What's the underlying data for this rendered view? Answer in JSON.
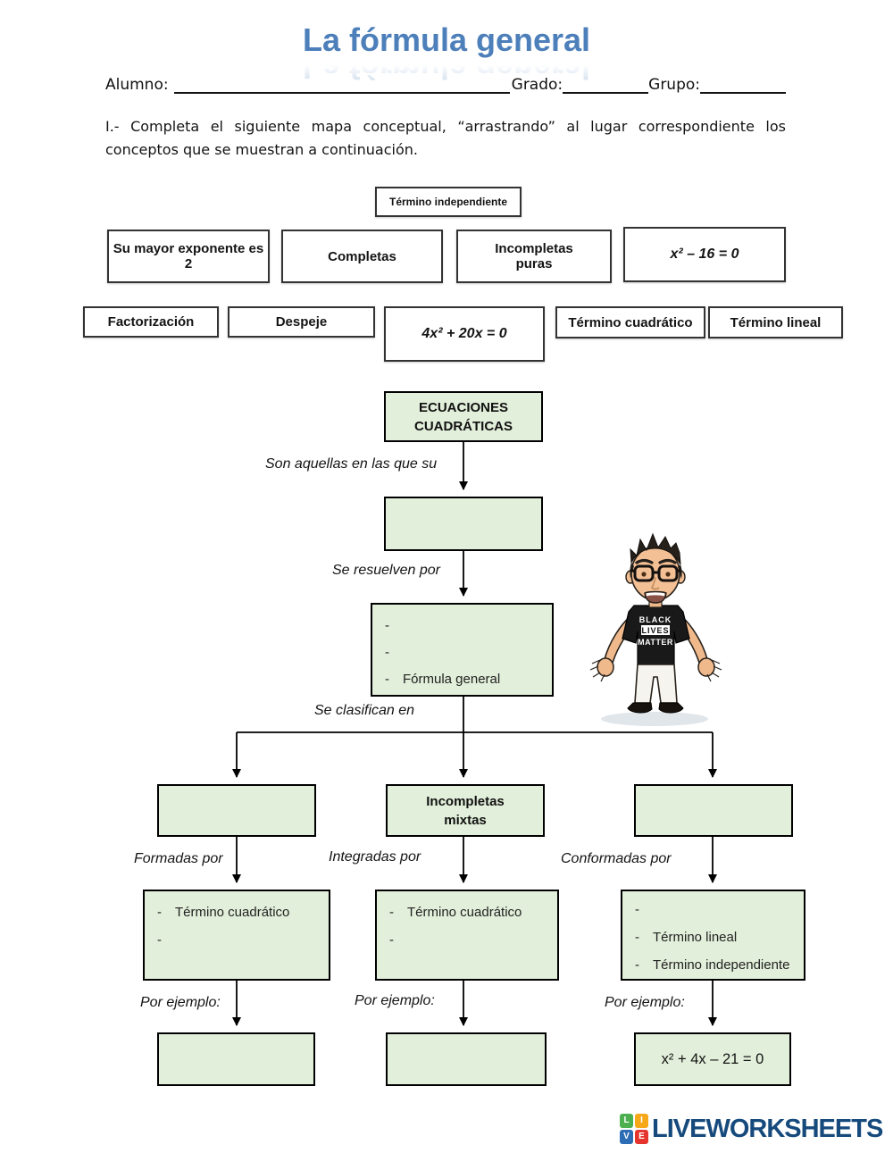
{
  "page": {
    "title": "La fórmula general"
  },
  "student": {
    "alumno_label": "Alumno:",
    "grado_label": "Grado:",
    "grupo_label": "Grupo:"
  },
  "instructions": "I.- Completa el siguiente mapa conceptual, “arrastrando” al lugar correspondiente los conceptos que se muestran a continuación.",
  "word_bank": {
    "termino_independiente": "Término independiente",
    "su_mayor_exponente": "Su mayor exponente es 2",
    "completas": "Completas",
    "incompletas_puras": "Incompletas puras",
    "eq_x2_16": "x² – 16 = 0",
    "factorizacion": "Factorización",
    "despeje": "Despeje",
    "eq_4x2_20x": "4x² + 20x = 0",
    "termino_cuadratico": "Término cuadrático",
    "termino_lineal": "Término lineal"
  },
  "map": {
    "root_line1": "ECUACIONES",
    "root_line2": "CUADRÁTICAS",
    "label_son_aquellas": "Son aquellas en las que su",
    "label_se_resuelven": "Se resuelven por",
    "label_se_clasifican": "Se clasifican en",
    "solve_items": [
      {
        "dash": "-",
        "text": ""
      },
      {
        "dash": "-",
        "text": ""
      },
      {
        "dash": "-",
        "text": "Fórmula general"
      }
    ],
    "class_mid_line1": "Incompletas",
    "class_mid_line2": "mixtas",
    "label_formadas": "Formadas por",
    "label_integradas": "Integradas por",
    "label_conformadas": "Conformadas por",
    "formed_left_items": [
      {
        "dash": "-",
        "text": "Término cuadrático"
      },
      {
        "dash": "-",
        "text": ""
      }
    ],
    "formed_mid_items": [
      {
        "dash": "-",
        "text": "Término cuadrático"
      },
      {
        "dash": "-",
        "text": ""
      }
    ],
    "formed_right_items": [
      {
        "dash": "-",
        "text": ""
      },
      {
        "dash": "-",
        "text": "Término lineal"
      },
      {
        "dash": "-",
        "text": "Término independiente"
      }
    ],
    "label_por_ejemplo_left": "Por ejemplo:",
    "label_por_ejemplo_mid": "Por ejemplo:",
    "label_por_ejemplo_right": "Por ejemplo:",
    "example_right_eq": "x² + 4x – 21 = 0"
  },
  "character": {
    "shirt_line1": "BLACK",
    "shirt_line2": "LIVES",
    "shirt_line3": "MATTER"
  },
  "logo": {
    "tile_l": "L",
    "tile_i": "I",
    "tile_v": "V",
    "tile_e": "E",
    "wordmark": "LIVEWORKSHEETS"
  },
  "colors": {
    "title_blue": "#4d7fba",
    "node_fill": "#e2efda",
    "node_border": "#000000",
    "logo_navy": "#164a7c",
    "tile_green": "#4caf50",
    "tile_yellow": "#f6a818",
    "tile_blue": "#2d6db5",
    "tile_red": "#e5342e"
  }
}
